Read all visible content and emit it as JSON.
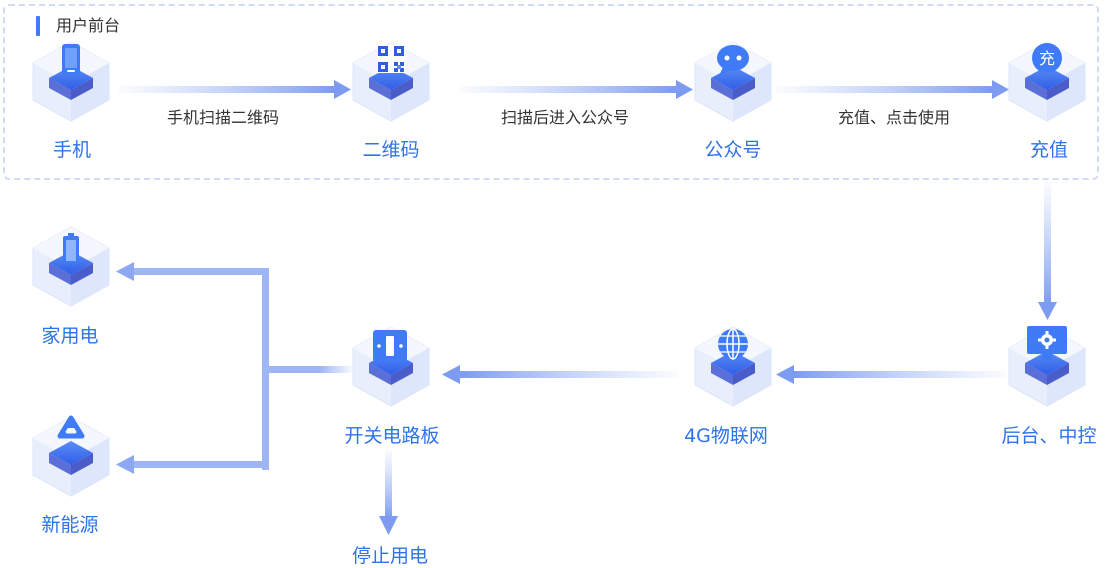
{
  "section": {
    "title": "用户前台"
  },
  "nodes": {
    "phone": {
      "label": "手机",
      "icon": "phone-icon"
    },
    "qrcode": {
      "label": "二维码",
      "icon": "qr-code-icon"
    },
    "official": {
      "label": "公众号",
      "icon": "chat-bubble-icon"
    },
    "recharge": {
      "label": "充值",
      "icon": "recharge-badge-icon",
      "badge": "充"
    },
    "backend": {
      "label": "后台、中控",
      "icon": "monitor-gear-icon"
    },
    "iot": {
      "label": "4G物联网",
      "icon": "globe-icon"
    },
    "switch": {
      "label": "开关电路板",
      "icon": "switch-icon"
    },
    "home": {
      "label": "家用电",
      "icon": "battery-icon"
    },
    "newenergy": {
      "label": "新能源",
      "icon": "recycle-icon"
    },
    "stop": {
      "label": "停止用电"
    }
  },
  "edges": {
    "phone_qrcode": "手机扫描二维码",
    "qrcode_official": "扫描后进入公众号",
    "official_recharge": "充值、点击使用"
  },
  "colors": {
    "accent": "#3f7bf6",
    "label": "#2f73ea",
    "arrow": "#8da8f3",
    "dashed_border": "#cfdcf3"
  }
}
